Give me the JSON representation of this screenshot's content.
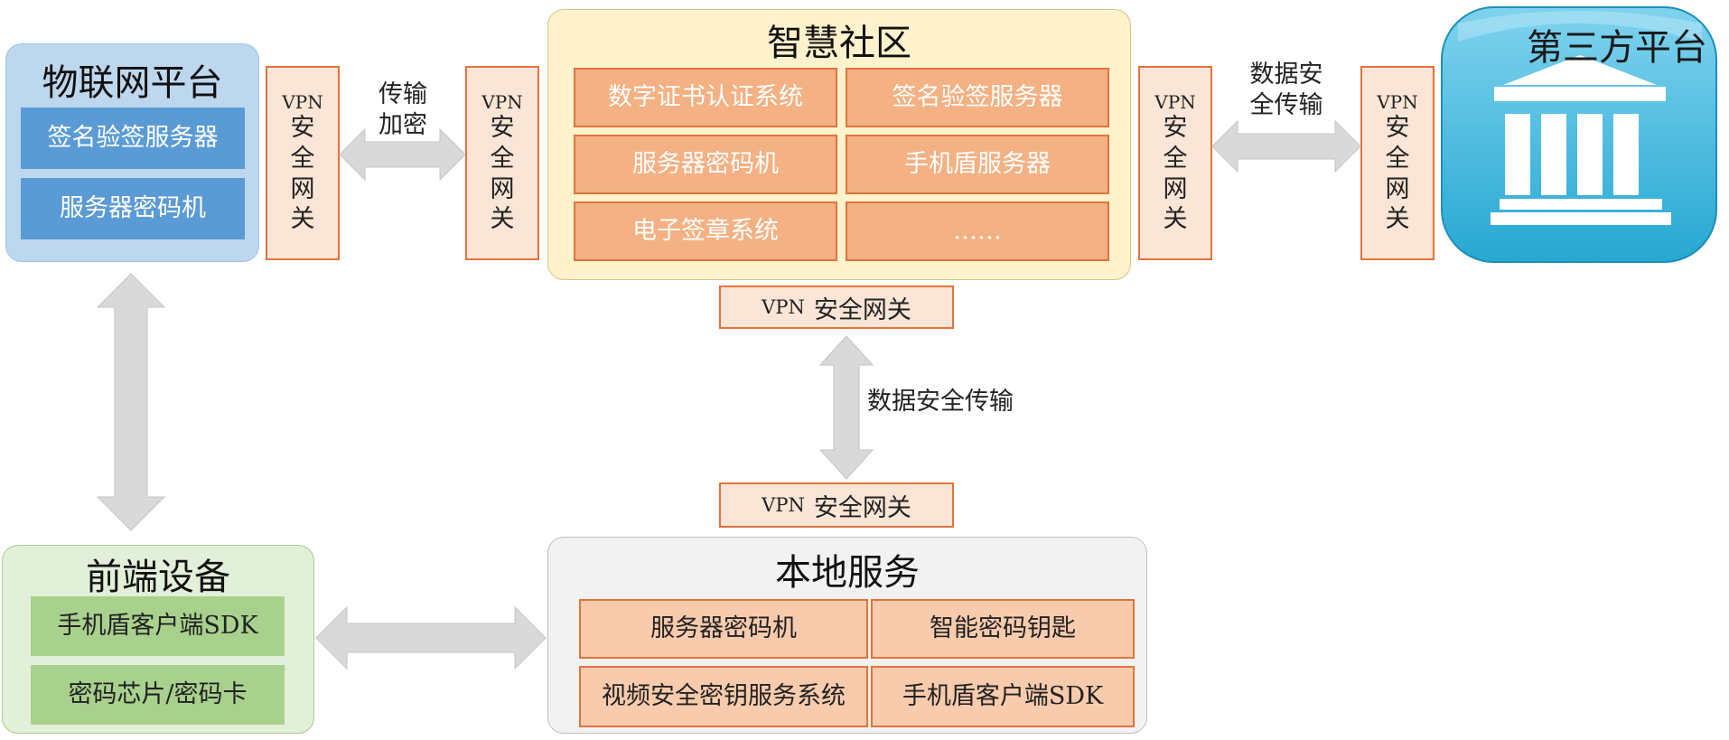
{
  "iot": {
    "title": "物联网平台",
    "items": [
      "签名验签服务器",
      "服务器密码机"
    ]
  },
  "community": {
    "title": "智慧社区",
    "items": [
      "数字证书认证系统",
      "签名验签服务器",
      "服务器密码机",
      "手机盾服务器",
      "电子签章系统",
      "……"
    ]
  },
  "third_party": {
    "title": "第三方平台",
    "icon": "bank-building-icon"
  },
  "frontend": {
    "title": "前端设备",
    "items": [
      "手机盾客户端SDK",
      "密码芯片/密码卡"
    ]
  },
  "local": {
    "title": "本地服务",
    "items": [
      "服务器密码机",
      "智能密码钥匙",
      "视频安全密钥服务系统",
      "手机盾客户端SDK"
    ]
  },
  "gateway": {
    "vpn": "VPN",
    "chars": [
      "安",
      "全",
      "网",
      "关"
    ],
    "horizontal": "VPN 安全网关"
  },
  "arrow_labels": {
    "transport_encrypt": [
      "传输",
      "加密"
    ],
    "secure_transfer_right": [
      "数据安",
      "全传输"
    ],
    "secure_transfer_mid": "数据安全传输"
  },
  "colors": {
    "iot_bg": "#bdd7ee",
    "community_bg": "#fff2cc",
    "frontend_bg": "#e2f0d9",
    "local_bg": "#f2f2f2",
    "gateway_bg": "#fbe5d6",
    "gateway_border": "#e2733e",
    "arrow": "#d9d9d9",
    "third_party": "#3fb6d9"
  }
}
